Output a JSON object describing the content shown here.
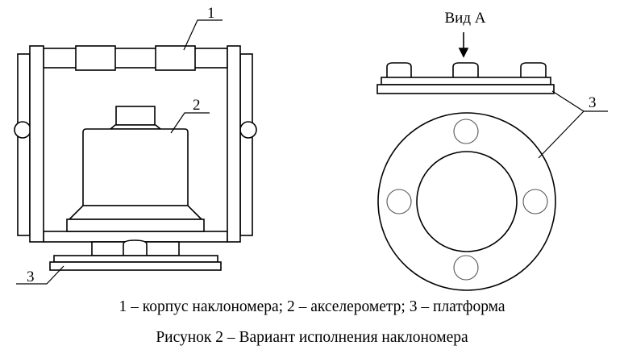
{
  "figure": {
    "labels": {
      "housing_number": "1",
      "accelerometer_number": "2",
      "platform_number_left": "3",
      "platform_number_right": "3",
      "view_label": "Вид А"
    },
    "legend": "1 – корпус наклономера; 2 – акселерометр; 3 – платформа",
    "caption": "Рисунок 2 – Вариант исполнения наклономера"
  }
}
